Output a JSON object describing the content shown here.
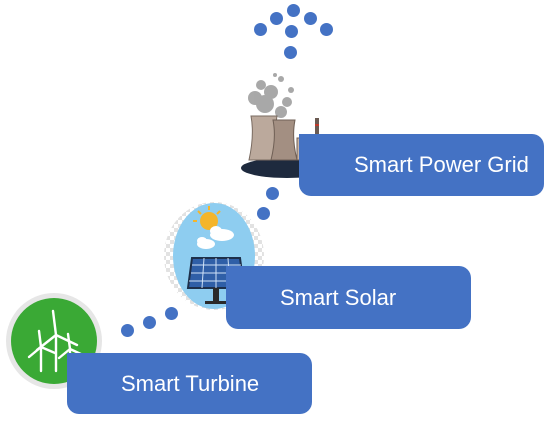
{
  "steps": [
    {
      "id": "turbine",
      "label": "Smart Turbine"
    },
    {
      "id": "solar",
      "label": "Smart Solar"
    },
    {
      "id": "grid",
      "label": "Smart Power Grid"
    }
  ],
  "colors": {
    "step_bg": "#4472c4",
    "dots": "#4472c4",
    "turbine_circle": "#3aa935",
    "solar_sky": "#8ecdf0",
    "solar_panel": "#2f5fa7"
  },
  "icons": [
    "wind-turbine-icon",
    "solar-panel-icon",
    "power-plant-icon",
    "arrow-up-dots-icon"
  ]
}
